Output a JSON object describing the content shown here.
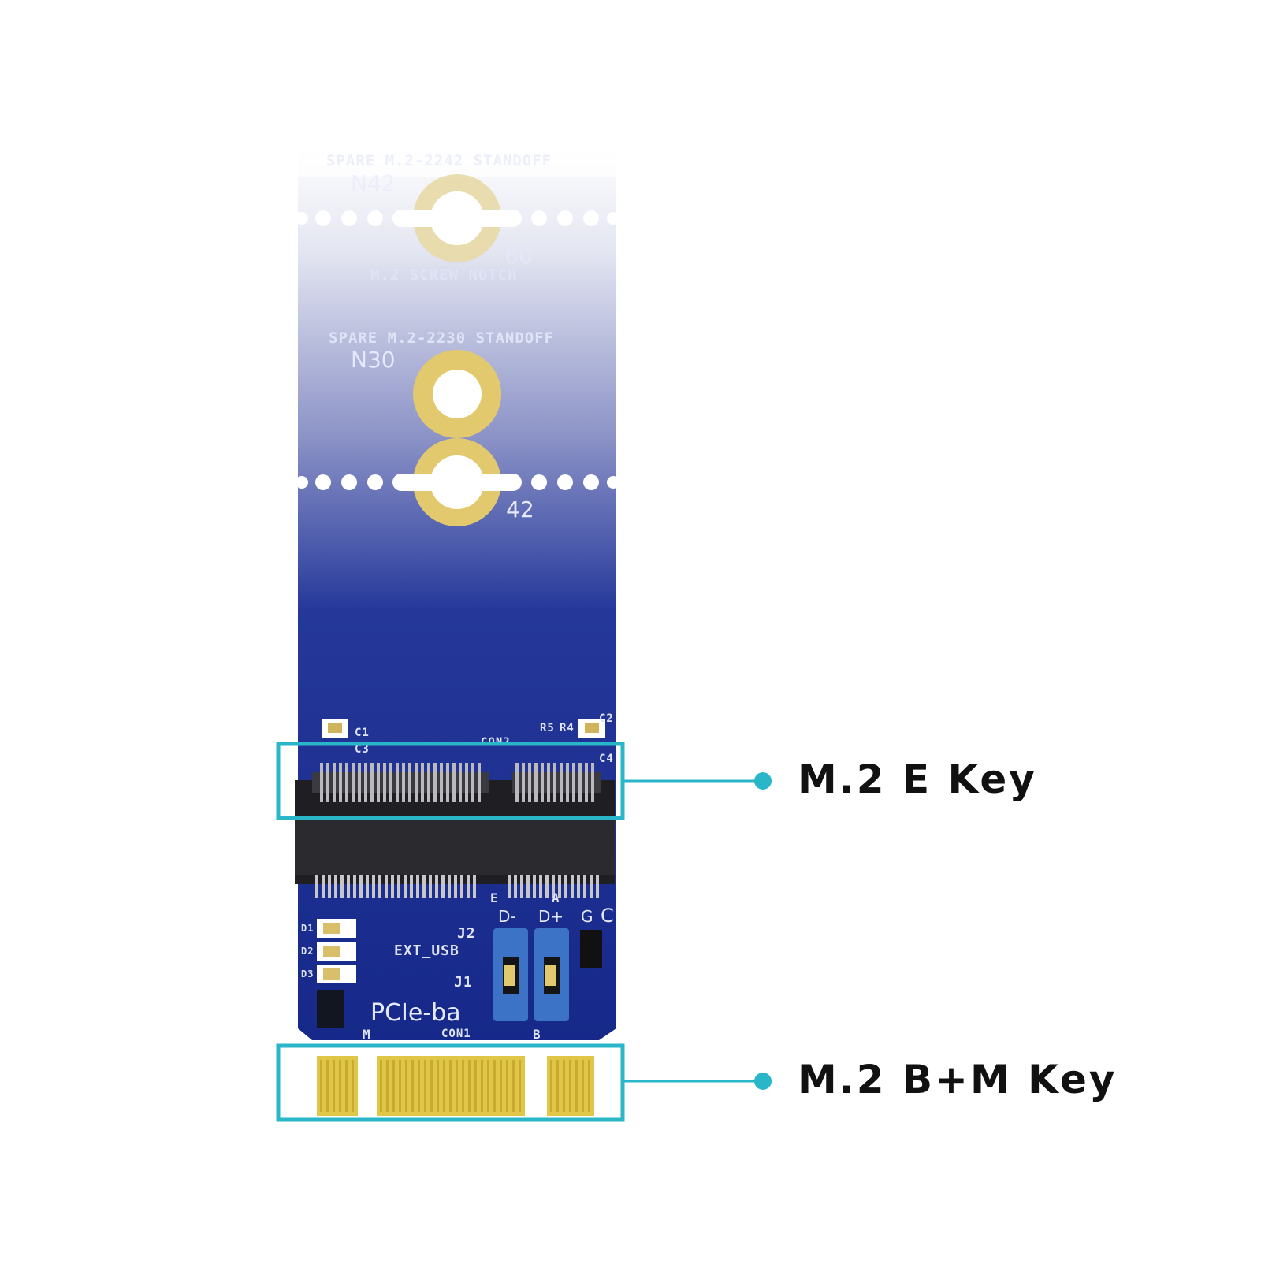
{
  "callouts": [
    {
      "label": "M.2 E Key"
    },
    {
      "label": "M.2 B+M Key"
    }
  ],
  "pcb_silkscreen": {
    "spare_2242": "SPARE M.2-2242 STANDOFF",
    "n42": "N42",
    "n60": "60",
    "screw_notch": "M.2 SCREW NOTCH",
    "spare_2230": "SPARE M.2-2230 STANDOFF",
    "n30": "N30",
    "n42_hole": "42",
    "c1": "C1",
    "c3": "C3",
    "c2": "C2",
    "c4": "C4",
    "r5": "R5",
    "r4": "R4",
    "con2": "CON2",
    "e": "E",
    "a": "A",
    "d_minus": "D-",
    "d_plus": "D+",
    "g": "G",
    "c": "C",
    "j2": "J2",
    "ext_usb": "EXT_USB",
    "j1": "J1",
    "pcie": "PCIe-ba",
    "m": "M",
    "con1": "CON1",
    "b": "B",
    "d1": "D1",
    "d2": "D2",
    "d3": "D3"
  },
  "colors": {
    "accent_teal": "#29b6c8",
    "pcb_blue": "#1a2f8e",
    "gold": "#e2c96e",
    "connector": "#1f1f23",
    "jumper": "#3c73c6"
  }
}
